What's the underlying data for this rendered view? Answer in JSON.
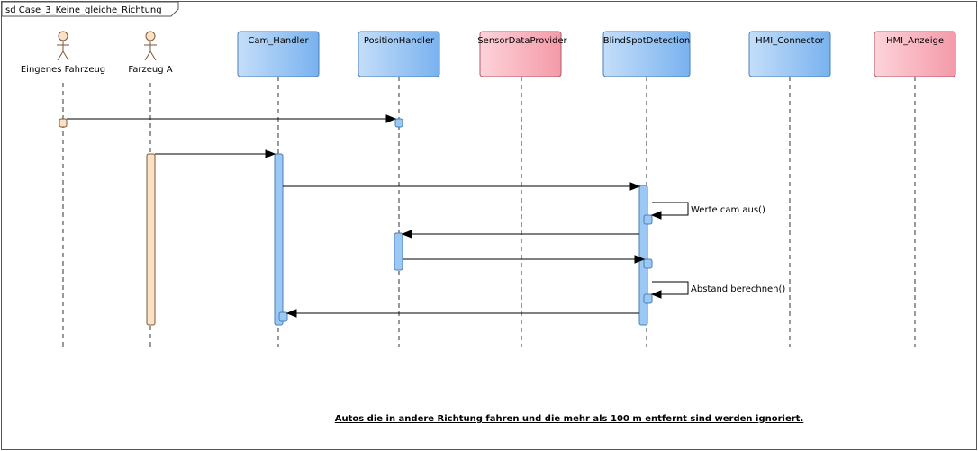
{
  "frame": {
    "title": "sd Case_3_Keine_gleiche_Richtung"
  },
  "actors": [
    {
      "id": "eigenes",
      "label": "Eingenes Fahrzeug"
    },
    {
      "id": "fahrzeugA",
      "label": "Farzeug A"
    }
  ],
  "lifelines": [
    {
      "id": "cam",
      "label": "Cam_Handler",
      "kind": "blue"
    },
    {
      "id": "pos",
      "label": "PositionHandler",
      "kind": "blue"
    },
    {
      "id": "sensor",
      "label": "SensorDataProvider",
      "kind": "pink"
    },
    {
      "id": "blind",
      "label": "BlindSpotDetection",
      "kind": "blue"
    },
    {
      "id": "hmic",
      "label": "HMI_Connector",
      "kind": "blue"
    },
    {
      "id": "hmia",
      "label": "HMI_Anzeige",
      "kind": "pink"
    }
  ],
  "messages": [
    {
      "from": "eigenes",
      "to": "pos",
      "label": ""
    },
    {
      "from": "fahrzeugA",
      "to": "cam",
      "label": ""
    },
    {
      "from": "cam",
      "to": "blind",
      "label": ""
    },
    {
      "from": "blind",
      "to": "blind",
      "label": "Werte cam aus()"
    },
    {
      "from": "blind",
      "to": "pos",
      "label": ""
    },
    {
      "from": "pos",
      "to": "blind",
      "label": ""
    },
    {
      "from": "blind",
      "to": "blind",
      "label": "Abstand berechnen()"
    },
    {
      "from": "blind",
      "to": "cam",
      "label": ""
    }
  ],
  "note": "Autos die in andere Richtung fahren und die mehr als 100 m entfernt sind werden ignoriert.",
  "colors": {
    "blue_fill": "#9cc8f5",
    "blue_stroke": "#4a7fb5",
    "pink_fill": "#f7b4bf",
    "pink_stroke": "#b05a66",
    "actor_fill": "#fbe0c3",
    "actor_stroke": "#7a5a3a",
    "activation_blue": "#9cc8f5",
    "activation_peach": "#fbe0c3"
  }
}
